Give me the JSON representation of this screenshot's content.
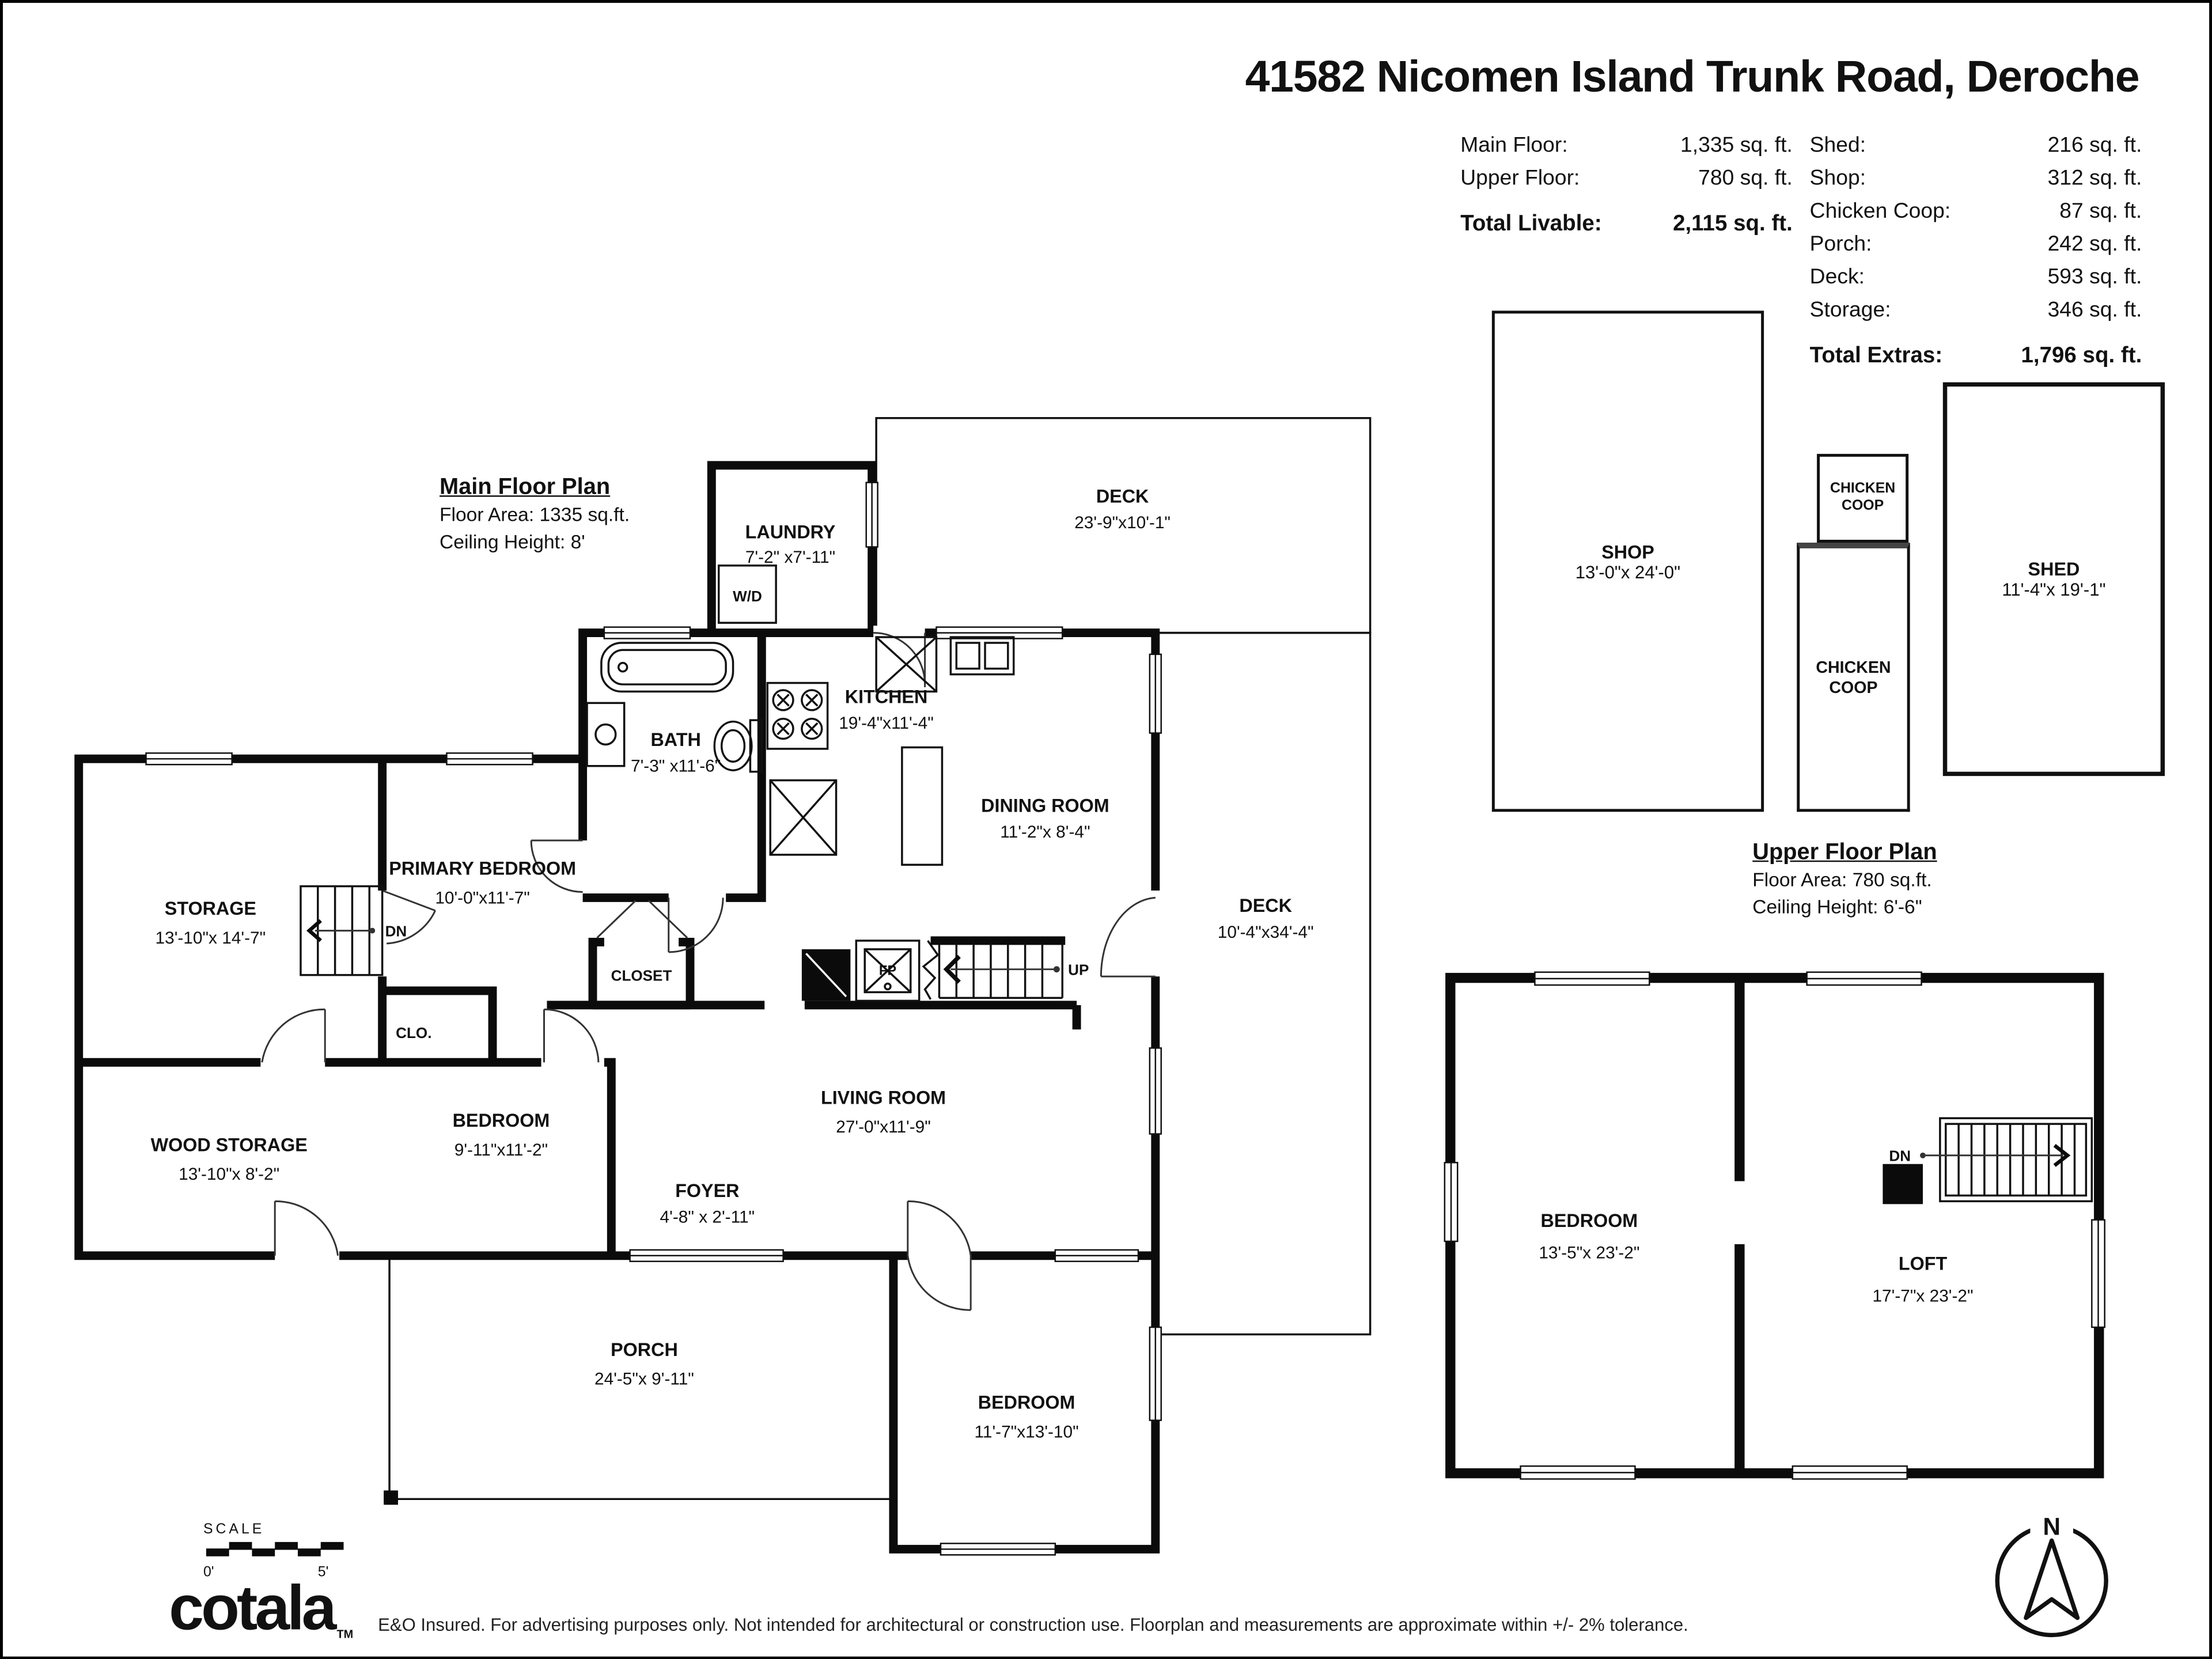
{
  "page": {
    "title": "41582 Nicomen Island Trunk Road, Deroche"
  },
  "stats": {
    "livable_rows": [
      {
        "label": "Main Floor:",
        "value": "1,335 sq. ft."
      },
      {
        "label": "Upper Floor:",
        "value": "780 sq. ft."
      }
    ],
    "livable_total": {
      "label": "Total Livable:",
      "value": "2,115 sq. ft."
    },
    "extras_rows": [
      {
        "label": "Shed:",
        "value": "216 sq. ft."
      },
      {
        "label": "Shop:",
        "value": "312 sq. ft."
      },
      {
        "label": "Chicken Coop:",
        "value": "87 sq. ft."
      },
      {
        "label": "Porch:",
        "value": "242 sq. ft."
      },
      {
        "label": "Deck:",
        "value": "593 sq. ft."
      },
      {
        "label": "Storage:",
        "value": "346 sq. ft."
      }
    ],
    "extras_total": {
      "label": "Total Extras:",
      "value": "1,796 sq. ft."
    }
  },
  "main_floor": {
    "heading": "Main Floor Plan",
    "floor_area": "Floor Area: 1335 sq.ft.",
    "ceiling": "Ceiling Height: 8'",
    "rooms": {
      "laundry": {
        "name": "LAUNDRY",
        "dims": "7'-2\" x7'-11\""
      },
      "deck_top": {
        "name": "DECK",
        "dims": "23'-9\"x10'-1\""
      },
      "deck_right": {
        "name": "DECK",
        "dims": "10'-4\"x34'-4\""
      },
      "kitchen": {
        "name": "KITCHEN",
        "dims": "19'-4\"x11'-4\""
      },
      "bath": {
        "name": "BATH",
        "dims": "7'-3\" x11'-6\""
      },
      "dining": {
        "name": "DINING ROOM",
        "dims": "11'-2\"x 8'-4\""
      },
      "storage": {
        "name": "STORAGE",
        "dims": "13'-10\"x 14'-7\""
      },
      "primary": {
        "name": "PRIMARY BEDROOM",
        "dims": "10'-0\"x11'-7\""
      },
      "clo": {
        "name": "CLO."
      },
      "closet": {
        "name": "CLOSET"
      },
      "bedroom_mid": {
        "name": "BEDROOM",
        "dims": "9'-11\"x11'-2\""
      },
      "wood_storage": {
        "name": "WOOD STORAGE",
        "dims": "13'-10\"x 8'-2\""
      },
      "living": {
        "name": "LIVING ROOM",
        "dims": "27'-0\"x11'-9\""
      },
      "foyer": {
        "name": "FOYER",
        "dims": "4'-8\" x 2'-11\""
      },
      "porch": {
        "name": "PORCH",
        "dims": "24'-5\"x 9'-11\""
      },
      "bedroom_bottom": {
        "name": "BEDROOM",
        "dims": "11'-7\"x13'-10\""
      }
    },
    "markers": {
      "wd": "W/D",
      "fp": "FP",
      "up": "UP",
      "dn": "DN"
    }
  },
  "upper_floor": {
    "heading": "Upper Floor Plan",
    "floor_area": "Floor Area: 780 sq.ft.",
    "ceiling": "Ceiling Height: 6'-6\"",
    "rooms": {
      "bedroom": {
        "name": "BEDROOM",
        "dims": "13'-5\"x 23'-2\""
      },
      "loft": {
        "name": "LOFT",
        "dims": "17'-7\"x 23'-2\""
      }
    },
    "markers": {
      "dn": "DN"
    }
  },
  "outbuildings": {
    "shop": {
      "name": "SHOP",
      "dims": "13'-0\"x 24'-0\""
    },
    "chicken_coop_small": {
      "line1": "CHICKEN",
      "line2": "COOP"
    },
    "chicken_coop_large": {
      "line1": "CHICKEN",
      "line2": "COOP"
    },
    "shed": {
      "name": "SHED",
      "dims": "11'-4\"x 19'-1\""
    }
  },
  "footer": {
    "scale_label": "SCALE",
    "scale_start": "0'",
    "scale_end": "5'",
    "logo": "cotala",
    "logo_tm": "TM",
    "disclaimer": "E&O Insured. For advertising purposes only. Not intended for architectural or construction use. Floorplan and measurements are approximate within +/- 2% tolerance.",
    "north": "N"
  }
}
